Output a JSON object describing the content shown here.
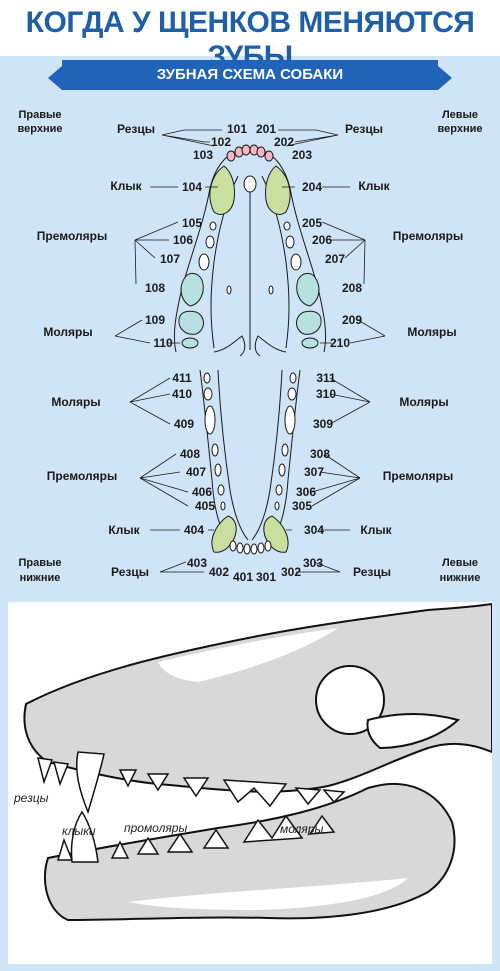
{
  "title": "КОГДА У ЩЕНКОВ МЕНЯЮТСЯ ЗУБЫ",
  "subtitle": "ЗУБНАЯ СХЕМА СОБАКИ",
  "quadrants": {
    "right_upper": [
      "Правые",
      "верхние"
    ],
    "left_upper": [
      "Левые",
      "верхние"
    ],
    "right_lower": [
      "Правые",
      "нижние"
    ],
    "left_lower": [
      "Левые",
      "нижние"
    ]
  },
  "groups": {
    "incisors": "Резцы",
    "canine": "Клык",
    "premolars": "Премоляры",
    "molars": "Моляры"
  },
  "tooth_numbers": {
    "upper_right": [
      "101",
      "102",
      "103",
      "104",
      "105",
      "106",
      "107",
      "108",
      "109",
      "110"
    ],
    "upper_left": [
      "201",
      "202",
      "203",
      "204",
      "205",
      "206",
      "207",
      "208",
      "209",
      "210"
    ],
    "lower_left": [
      "301",
      "302",
      "303",
      "304",
      "305",
      "306",
      "307",
      "308",
      "309",
      "310",
      "311"
    ],
    "lower_right": [
      "401",
      "402",
      "403",
      "404",
      "405",
      "406",
      "407",
      "408",
      "409",
      "410",
      "411"
    ]
  },
  "skull_labels": {
    "incisors": "резцы",
    "canines": "клыки",
    "premolars": "промоляры",
    "molars": "моляры"
  },
  "colors": {
    "title": "#1f5fa8",
    "ribbon": "#1f64b8",
    "background": "#cfe4f7",
    "incisor_fill": "#f4b8c4",
    "canine_fill": "#c9dfa0",
    "molar_fill": "#b7e0e0",
    "line": "#1a1a1a"
  }
}
